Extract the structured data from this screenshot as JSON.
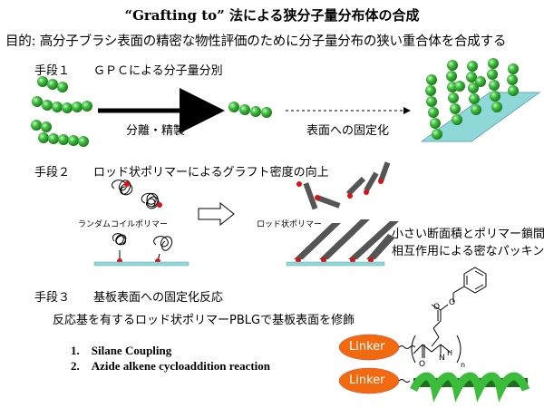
{
  "title": "“Grafting to” 法による狭分子量分布体の合成",
  "purpose": "目的: 高分子ブラシ表面の精密な物性評価のために分子量分布の狭い重合体を合成する",
  "step1": {
    "heading": "手段１　　ＧＰＣによる分子量分別",
    "arrow_label": "分離・精製",
    "fix_label": "表面への固定化"
  },
  "step2": {
    "heading": "手段２　　ロッド状ポリマーによるグラフト密度の向上",
    "coil_label": "ランダムコイルポリマー",
    "rod_label": "ロッド状ポリマー",
    "note_line1": "小さい断面積とポリマー鎖間の",
    "note_line2": "相互作用による密なパッキング"
  },
  "step3": {
    "heading": "手段３　　基板表面への固定化反応",
    "description": "反応基を有するロッド状ポリマーPBLGで基板表面を修飾",
    "methods": [
      "1.　Silane Coupling",
      "2.　Azide alkene cycloaddition reaction"
    ],
    "linker_label": "Linker",
    "structure_labels": {
      "oxygen": "O",
      "nitrogen": "N",
      "hydrogen": "H",
      "subscript_n": "n"
    }
  },
  "colors": {
    "bead_green": "#2ea52e",
    "substrate": "#8fd8d8",
    "linker_orange": "#f26a10",
    "rod_gray": "#555555",
    "helix_green": "#2e9e2e",
    "red_dot": "#dd1111"
  }
}
